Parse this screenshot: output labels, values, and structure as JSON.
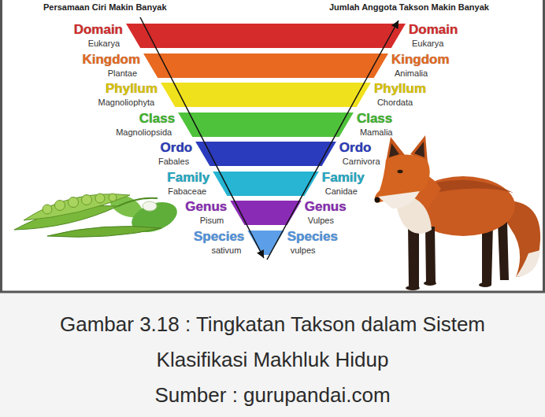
{
  "diagram": {
    "caption": "Gambar 3.18 : Tingkatan Takson dalam Sistem Klasifikasi Makhluk Hidup",
    "nodes": [
      {
        "text": [
          "Domain",
          "Eukarya",
          "Domain",
          "Eukarya"
        ]
      },
      {
        "text": [
          "Kingdom",
          "Plantae",
          "Kingdom",
          "Animalia"
        ]
      },
      {
        "text": [
          "Phyllum",
          "Magnoliophyta",
          "Phyllum",
          "Chordata"
        ]
      },
      {
        "text": [
          "Class",
          "Magnoliopsida",
          "Class",
          "Mamalia"
        ]
      },
      {
        "text": [
          "Ordo",
          "Fabales",
          "Ordo",
          "Carnivora"
        ]
      },
      {
        "text": [
          "Family",
          "Fabaceae",
          "Family",
          "Canidae"
        ]
      },
      {
        "text": [
          "Genus",
          "Pisum",
          "Genus",
          "Vulpes"
        ]
      },
      {
        "text": [
          "Species",
          "sativum",
          "Species",
          "vulpes"
        ]
      }
    ],
    "labels": [
      "Persamaan Ciri Makin Banyak",
      "Jumlah Anggota Takson Makin Banyak",
      "Sumber : gurupandai.com"
    ]
  }
}
